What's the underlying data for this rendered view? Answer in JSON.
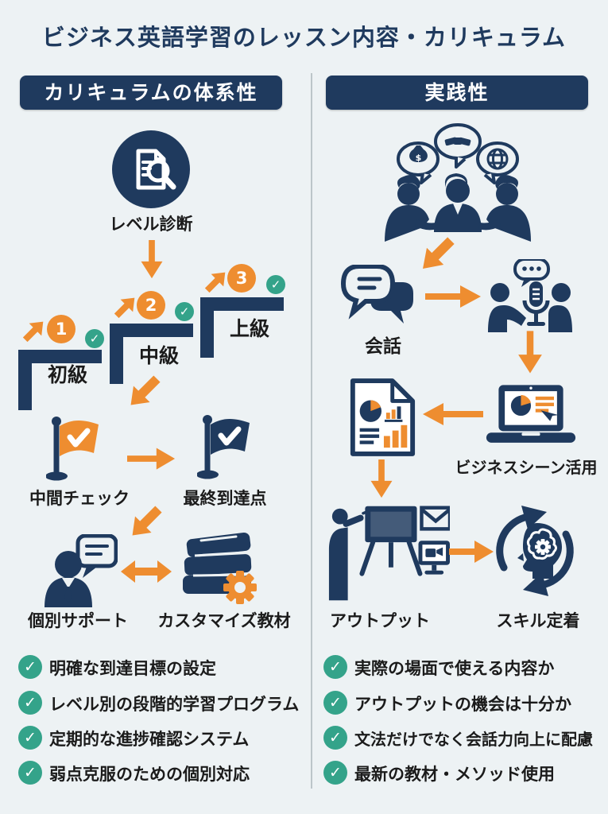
{
  "title": "ビジネス英語学習のレッスン内容・カリキュラム",
  "colors": {
    "navy": "#1f3a5e",
    "orange": "#ee8d30",
    "green": "#34a38a",
    "background": "#edf2f4"
  },
  "glyphs": {
    "check": "✓",
    "dollar": "$"
  },
  "columns": {
    "left": {
      "header": "カリキュラムの体系性",
      "flow": {
        "diagnosis": "レベル診断",
        "steps": [
          {
            "number": "1",
            "label": "初級"
          },
          {
            "number": "2",
            "label": "中級"
          },
          {
            "number": "3",
            "label": "上級"
          }
        ],
        "mid_check": "中間チェック",
        "final_goal": "最終到達点",
        "support": "個別サポート",
        "materials": "カスタマイズ教材"
      },
      "checklist": [
        "明確な到達目標の設定",
        "レベル別の段階的学習プログラム",
        "定期的な進捗確認システム",
        "弱点克服のための個別対応"
      ]
    },
    "right": {
      "header": "実践性",
      "flow": {
        "conversation": "会話",
        "business_scene": "ビジネスシーン活用",
        "output": "アウトプット",
        "skill": "スキル定着"
      },
      "checklist": [
        "実際の場面で使える内容か",
        "アウトプットの機会は十分か",
        "文法だけでなく会話力向上に配慮",
        "最新の教材・メソッド使用"
      ]
    }
  }
}
